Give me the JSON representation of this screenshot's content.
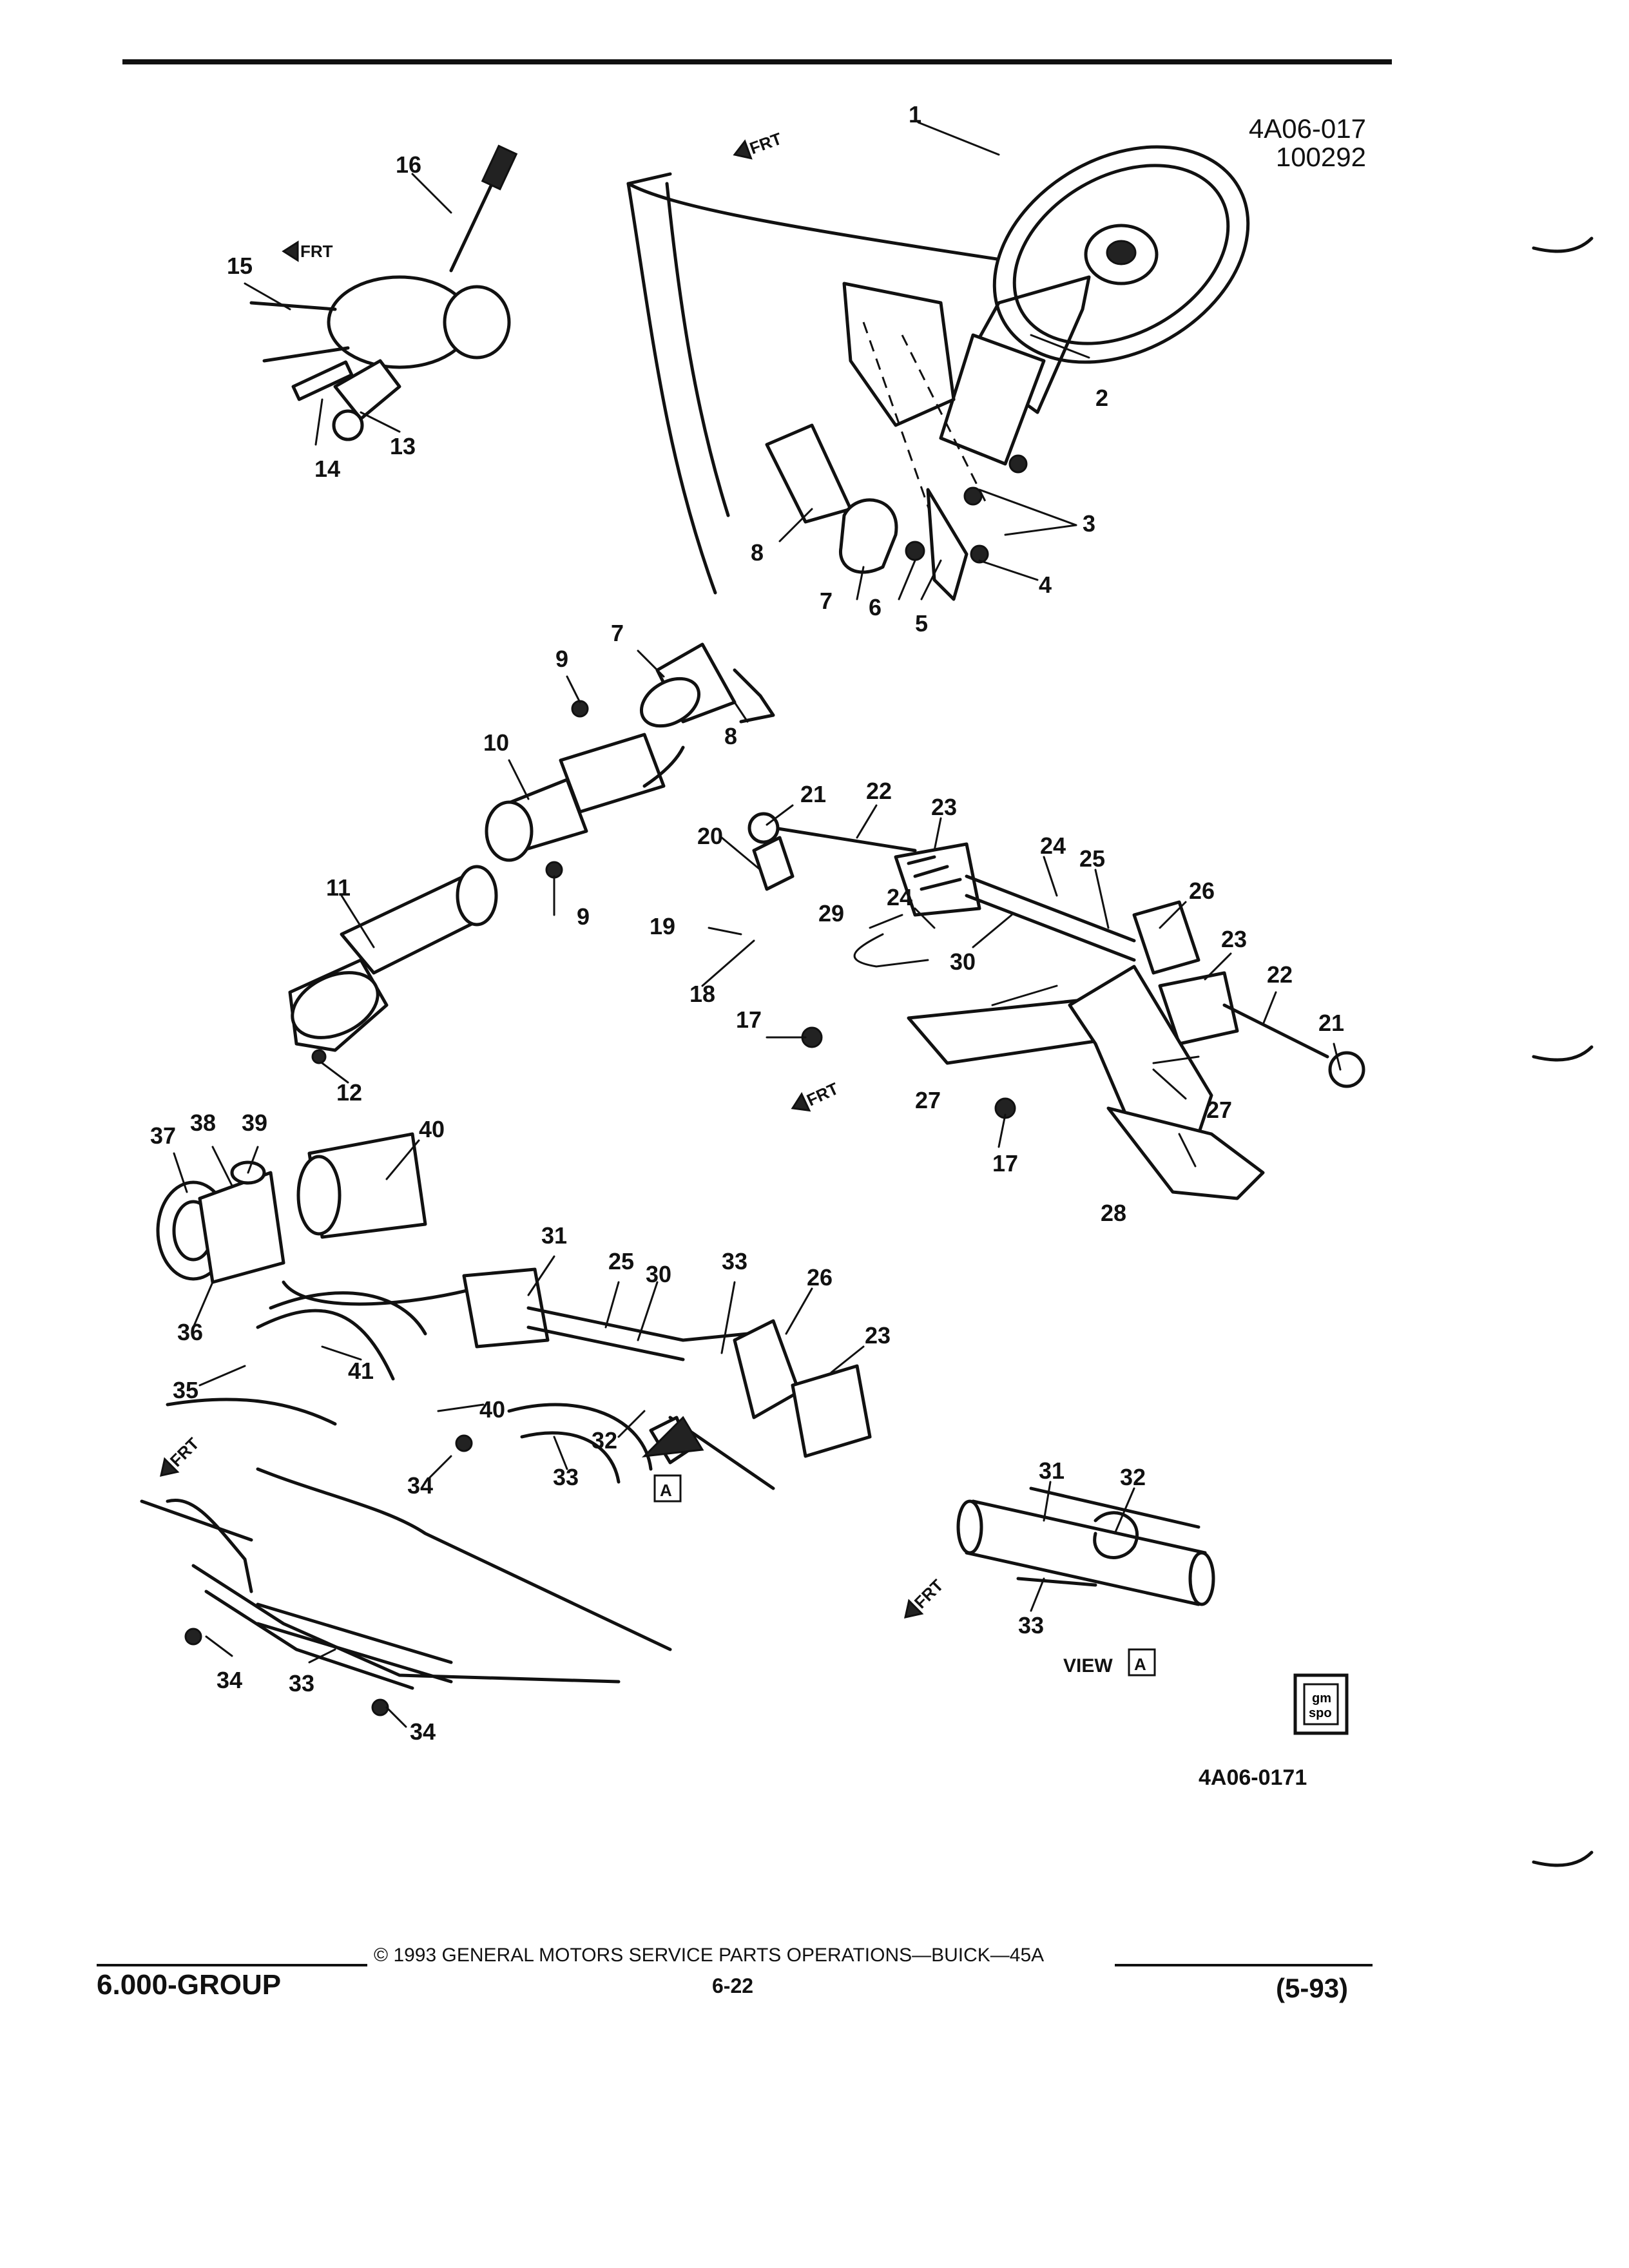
{
  "header": {
    "figure_id_1": "4A06-017",
    "figure_id_2": "100292"
  },
  "figure_id_bottom": "4A06-0171",
  "view_label": "VIEW",
  "view_letter": "A",
  "frt_label": "FRT",
  "gm_badge": {
    "line1": "gm",
    "line2": "spo"
  },
  "callouts": [
    "1",
    "2",
    "3",
    "4",
    "5",
    "6",
    "7",
    "8",
    "7",
    "8",
    "9",
    "9",
    "10",
    "11",
    "12",
    "13",
    "14",
    "15",
    "16",
    "17",
    "17",
    "18",
    "19",
    "20",
    "21",
    "21",
    "22",
    "22",
    "23",
    "23",
    "24",
    "24",
    "25",
    "26",
    "27",
    "27",
    "28",
    "29",
    "30",
    "31",
    "25",
    "30",
    "33",
    "26",
    "23",
    "32",
    "33",
    "33",
    "34",
    "34",
    "34",
    "35",
    "36",
    "37",
    "38",
    "39",
    "40",
    "40",
    "41",
    "31",
    "32",
    "33"
  ],
  "footer": {
    "copyright": "© 1993 GENERAL MOTORS SERVICE PARTS OPERATIONS—BUICK—45A",
    "group": "6.000-GROUP",
    "page": "6-22",
    "date": "(5-93)"
  },
  "colors": {
    "ink": "#111111",
    "paper": "#ffffff"
  }
}
